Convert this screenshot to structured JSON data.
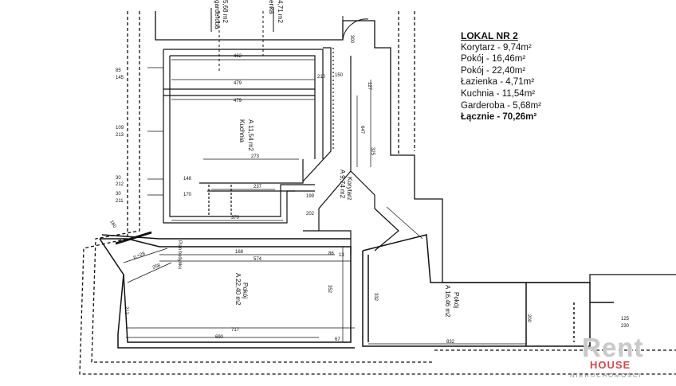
{
  "legend": {
    "title": "LOKAL NR 2",
    "rows": [
      "Korytarz - 9,74m²",
      "Pokój - 16,46m²",
      "Pokój - 22,40m²",
      "Łazienka - 4,71m²",
      "Kuchnia - 11,54m²",
      "Garderoba - 5,68m²"
    ],
    "total": "Łącznie - 70,26m²"
  },
  "rooms": {
    "kuchnia": "Kuchnia",
    "kuchnia_area": "A 11,54 m2",
    "korytarz": "Korytarz",
    "korytarz_area": "A 9,74 m2",
    "pokoj_big": "Pokój",
    "pokoj_big_area": "A 22,40 m2",
    "pokoj_right": "Pokój",
    "pokoj_right_area": "A 16,46 m2",
    "garderoba": "5,68 m2",
    "garderoba_top": "garderoba",
    "lazienka": "4,71 m2",
    "lazienka_top": "enka"
  },
  "dimensions": {
    "d462": "462",
    "d479a": "479",
    "d479b": "479",
    "d273": "273",
    "d237": "237",
    "d370": "370",
    "d168": "168",
    "d574": "574",
    "d86": "86",
    "d13": "13",
    "d717": "717",
    "d690": "690",
    "d67": "67",
    "d832": "832",
    "d352": "352",
    "d212": "212",
    "d332": "332",
    "d200": "200",
    "d125": "125",
    "d230": "230",
    "d647": "647",
    "d325": "325",
    "d127": "127",
    "d150": "150",
    "d210": "210",
    "d199": "199",
    "d202": "202",
    "d258": "258",
    "d300": "300",
    "d145": "145",
    "d85": "85",
    "d109": "109",
    "d213": "213",
    "d30a": "30",
    "d212b": "212",
    "d30b": "30",
    "d211": "211",
    "d148": "148",
    "d170": "170",
    "d160": "160"
  },
  "annotations": {
    "plan": "Plan budynku",
    "sill": "p.=28"
  },
  "watermark": {
    "rent": "Rent",
    "house": "HOUSE",
    "agency": "NIERUCHOMOŚCI"
  }
}
